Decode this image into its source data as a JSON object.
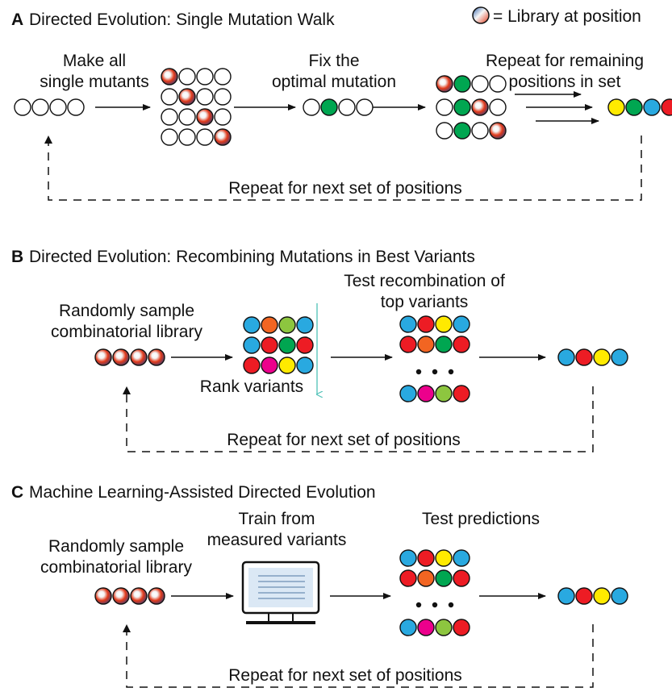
{
  "legend": {
    "text": "= Library at position"
  },
  "panel_a": {
    "letter": "A",
    "title": "Directed Evolution: Single Mutation Walk",
    "step1": [
      "Make all",
      "single mutants"
    ],
    "step2": [
      "Fix the",
      "optimal mutation"
    ],
    "step3": [
      "Repeat for remaining",
      "positions in set"
    ],
    "loop": "Repeat for next set of positions"
  },
  "panel_b": {
    "letter": "B",
    "title": "Directed Evolution: Recombining Mutations in Best Variants",
    "step1": [
      "Randomly sample",
      "combinatorial library"
    ],
    "rank": "Rank variants",
    "step2": [
      "Test recombination of",
      "top variants"
    ],
    "loop": "Repeat for next set of positions"
  },
  "panel_c": {
    "letter": "C",
    "title": "Machine Learning-Assisted Directed Evolution",
    "step1": [
      "Randomly sample",
      "combinatorial library"
    ],
    "step2": [
      "Train from",
      "measured variants"
    ],
    "step3": "Test predictions",
    "loop": "Repeat for next set of positions"
  },
  "colors": {
    "yellow": "#ffea00",
    "green": "#00a651",
    "blue": "#29a9e0",
    "red": "#ed1c24",
    "orange": "#f26522",
    "olive": "#8dc63f",
    "magenta": "#ec008c",
    "library_hi": "#ffffff",
    "library_blue": "#2e5fa8",
    "library_red": "#e23a1a",
    "teal_arrow": "#4fc1b7"
  },
  "variants": {
    "a_single": [
      [
        "L",
        "W",
        "W",
        "W"
      ],
      [
        "W",
        "L",
        "W",
        "W"
      ],
      [
        "W",
        "W",
        "L",
        "W"
      ],
      [
        "W",
        "W",
        "W",
        "L"
      ]
    ],
    "a_fixed": [
      "W",
      "green",
      "W",
      "W"
    ],
    "a_walk": [
      [
        "L",
        "green",
        "W",
        "W"
      ],
      [
        "W",
        "green",
        "L",
        "W"
      ],
      [
        "W",
        "green",
        "W",
        "L"
      ]
    ],
    "a_final": [
      "yellow",
      "green",
      "blue",
      "red"
    ],
    "b_ranked": [
      [
        "blue",
        "orange",
        "olive",
        "blue"
      ],
      [
        "blue",
        "red",
        "green",
        "red"
      ],
      [
        "red",
        "magenta",
        "yellow",
        "blue"
      ]
    ],
    "b_recomb_top": [
      [
        "blue",
        "red",
        "yellow",
        "blue"
      ],
      [
        "red",
        "orange",
        "green",
        "red"
      ]
    ],
    "b_recomb_bottom": [
      [
        "blue",
        "magenta",
        "olive",
        "red"
      ]
    ],
    "b_final": [
      "blue",
      "red",
      "yellow",
      "blue"
    ],
    "c_pred_top": [
      [
        "blue",
        "red",
        "yellow",
        "blue"
      ],
      [
        "red",
        "orange",
        "green",
        "red"
      ]
    ],
    "c_pred_bottom": [
      [
        "blue",
        "magenta",
        "olive",
        "red"
      ]
    ],
    "c_final": [
      "blue",
      "red",
      "yellow",
      "blue"
    ]
  }
}
